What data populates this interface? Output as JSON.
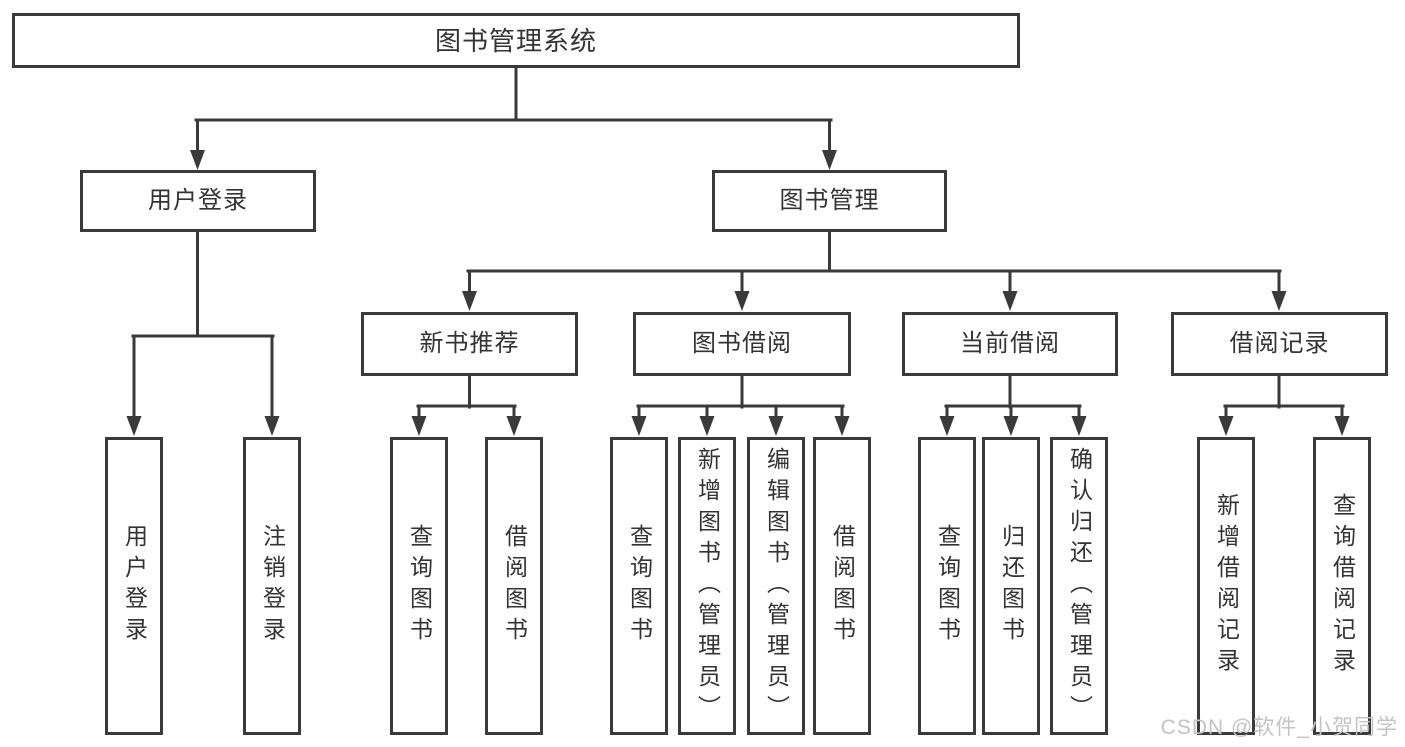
{
  "diagram": {
    "title": "图书管理系统",
    "root": {
      "label": "图书管理系统"
    },
    "level2": [
      {
        "label": "用户登录"
      },
      {
        "label": "图书管理"
      }
    ],
    "level3": [
      {
        "label": "新书推荐"
      },
      {
        "label": "图书借阅"
      },
      {
        "label": "当前借阅"
      },
      {
        "label": "借阅记录"
      }
    ],
    "leaves": {
      "user_login": [
        {
          "label": "用户登录"
        },
        {
          "label": "注销登录"
        }
      ],
      "new_book_recommend": [
        {
          "label": "查询图书"
        },
        {
          "label": "借阅图书"
        }
      ],
      "book_borrowing": [
        {
          "label": "查询图书"
        },
        {
          "label": "新增图书（管理员）"
        },
        {
          "label": "编辑图书（管理员）"
        },
        {
          "label": "借阅图书"
        }
      ],
      "current_borrowing": [
        {
          "label": "查询图书"
        },
        {
          "label": "归还图书"
        },
        {
          "label": "确认归还（管理员）"
        }
      ],
      "borrowing_records": [
        {
          "label": "新增借阅记录"
        },
        {
          "label": "查询借阅记录"
        }
      ]
    }
  },
  "watermark": {
    "text": "CSDN @软件_小贺同学"
  },
  "colors": {
    "line": "#3a3a3a",
    "box_border": "#3a3a3a",
    "text": "#333333",
    "watermark": "#c3c3c3",
    "background": "#ffffff"
  }
}
